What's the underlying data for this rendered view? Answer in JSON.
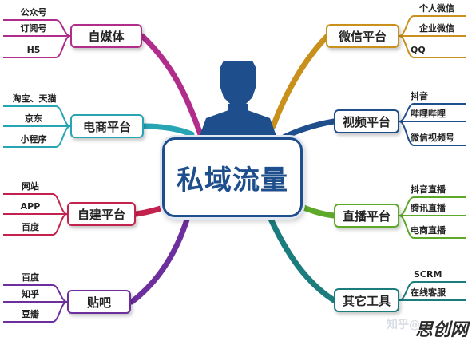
{
  "center": {
    "title": "私域流量"
  },
  "colors": {
    "center": "#1f4e8c",
    "person": "#1f4e8c",
    "magenta": "#b12d8c",
    "teal": "#27a5b5",
    "crimson": "#c4224e",
    "purple": "#6d2e9e",
    "gold": "#c9901b",
    "navy": "#1f4e8c",
    "green": "#5ea92a",
    "darkteal": "#1b7c7e"
  },
  "branches": [
    {
      "id": "zimeiti",
      "label": "自媒体",
      "color": "#b12d8c",
      "leaves": [
        "公众号",
        "订阅号",
        "H5"
      ]
    },
    {
      "id": "dianshang",
      "label": "电商平台",
      "color": "#27a5b5",
      "leaves": [
        "淘宝、天猫",
        "京东",
        "小程序"
      ]
    },
    {
      "id": "zijian",
      "label": "自建平台",
      "color": "#c4224e",
      "leaves": [
        "网站",
        "APP",
        "百度"
      ]
    },
    {
      "id": "tieba",
      "label": "贴吧",
      "color": "#6d2e9e",
      "leaves": [
        "百度",
        "知乎",
        "豆瓣"
      ]
    },
    {
      "id": "weixin",
      "label": "微信平台",
      "color": "#c9901b",
      "leaves": [
        "个人微信",
        "企业微信",
        "QQ"
      ]
    },
    {
      "id": "shipin",
      "label": "视频平台",
      "color": "#1f4e8c",
      "leaves": [
        "抖音",
        "哔哩哔哩",
        "微信视频号"
      ]
    },
    {
      "id": "zhibo",
      "label": "直播平台",
      "color": "#5ea92a",
      "leaves": [
        "抖音直播",
        "腾讯直播",
        "电商直播"
      ]
    },
    {
      "id": "gongju",
      "label": "其它工具",
      "color": "#1b7c7e",
      "leaves": [
        "SCRM",
        "在线客服"
      ]
    }
  ],
  "watermark": {
    "source": "知乎@",
    "brand": "思创网"
  }
}
